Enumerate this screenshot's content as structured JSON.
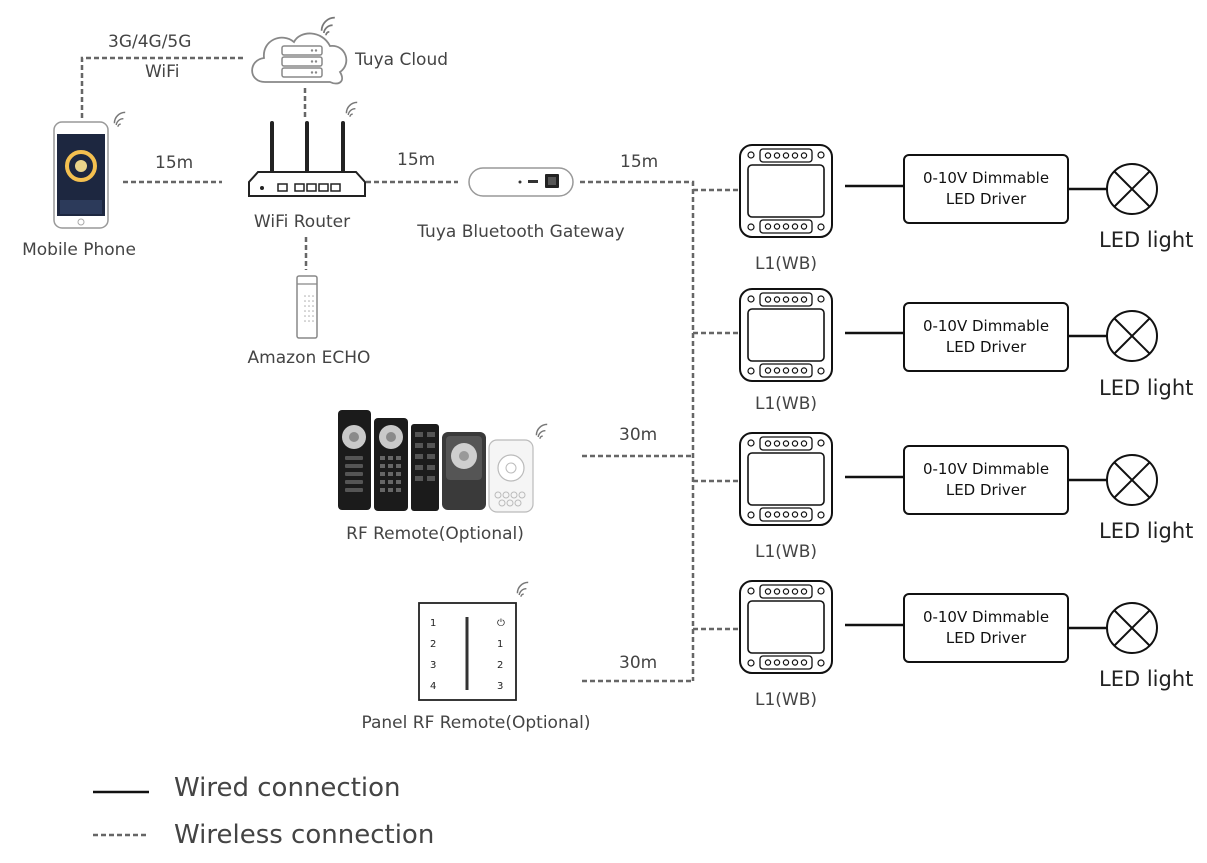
{
  "cloud": {
    "label": "Tuya Cloud"
  },
  "link_phone_cloud": {
    "line1": "3G/4G/5G",
    "line2": "WiFi"
  },
  "phone": {
    "label": "Mobile Phone"
  },
  "router": {
    "label": "WiFi Router"
  },
  "echo": {
    "label": "Amazon ECHO"
  },
  "gateway": {
    "label": "Tuya Bluetooth Gateway"
  },
  "distances": {
    "phone_router": "15m",
    "router_gateway": "15m",
    "gateway_bus": "15m",
    "remote_bus": "30m",
    "panel_bus": "30m"
  },
  "rf_remote": {
    "label": "RF Remote(Optional)"
  },
  "panel_remote": {
    "label": "Panel RF Remote(Optional)",
    "left_keys": [
      "1",
      "2",
      "3",
      "4"
    ],
    "right_keys": [
      "⏻",
      "1",
      "2",
      "3"
    ]
  },
  "channels": [
    {
      "controller": "L1(WB)",
      "driver_line1": "0-10V Dimmable",
      "driver_line2": "LED Driver",
      "light": "LED light"
    },
    {
      "controller": "L1(WB)",
      "driver_line1": "0-10V Dimmable",
      "driver_line2": "LED Driver",
      "light": "LED light"
    },
    {
      "controller": "L1(WB)",
      "driver_line1": "0-10V Dimmable",
      "driver_line2": "LED Driver",
      "light": "LED light"
    },
    {
      "controller": "L1(WB)",
      "driver_line1": "0-10V Dimmable",
      "driver_line2": "LED Driver",
      "light": "LED light"
    }
  ],
  "legend": {
    "wired": "Wired connection",
    "wireless": "Wireless connection"
  },
  "icons": {
    "wifi_signal": "wifi-signal-icon",
    "cloud": "cloud-server-icon",
    "lamp": "lamp-cross-icon"
  }
}
